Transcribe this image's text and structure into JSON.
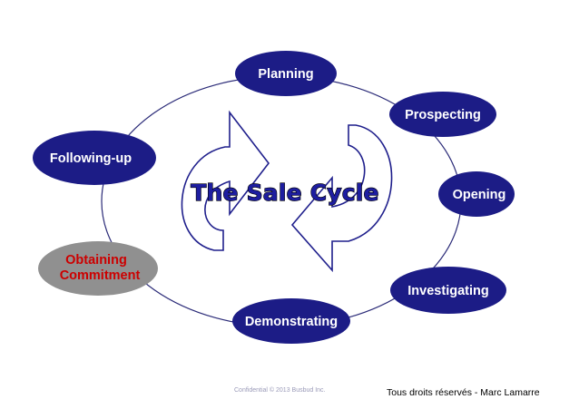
{
  "diagram": {
    "title": "The Sale Cycle",
    "steps": [
      {
        "label": "Planning"
      },
      {
        "label": "Prospecting"
      },
      {
        "label": "Opening"
      },
      {
        "label": "Investigating"
      },
      {
        "label": "Demonstrating"
      },
      {
        "label": "Obtaining Commitment",
        "lines": [
          "Obtaining",
          "Commitment"
        ]
      },
      {
        "label": "Following-up"
      }
    ],
    "colors": {
      "node_fill": "#1c1c86",
      "node_text": "#ffffff",
      "highlight_fill": "#909090",
      "highlight_text": "#cc0000",
      "orbit_line": "#2b2b78",
      "arrow_outline": "#1f1f8c",
      "title_fill": "#1e1ea0",
      "title_outline": "#000000"
    }
  },
  "footer": {
    "confidential": "Confidential © 2013 Busbud Inc.",
    "rights": "Tous droits réservés -  Marc Lamarre"
  }
}
